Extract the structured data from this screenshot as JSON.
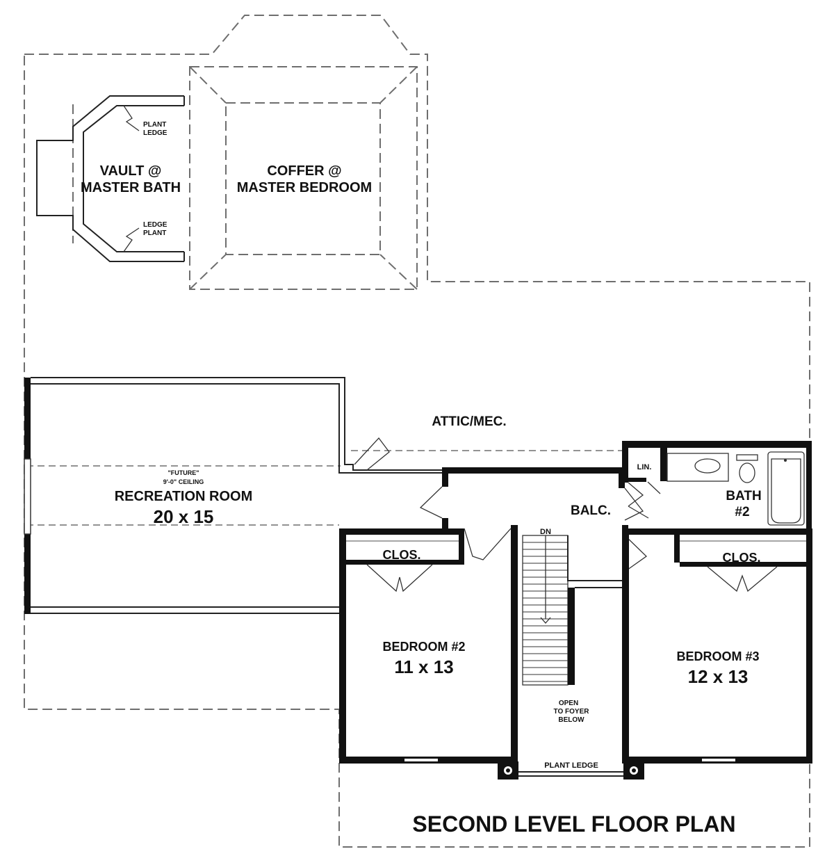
{
  "title": "SECOND LEVEL FLOOR PLAN",
  "rooms": {
    "vault": {
      "line1": "VAULT @",
      "line2": "MASTER BATH"
    },
    "coffer": {
      "line1": "COFFER @",
      "line2": "MASTER BEDROOM"
    },
    "plant_ledge_top": {
      "line1": "PLANT",
      "line2": "LEDGE"
    },
    "plant_ledge_bottom": {
      "line1": "LEDGE",
      "line2": "PLANT"
    },
    "attic": "ATTIC/MEC.",
    "recreation": {
      "note1": "\"FUTURE\"",
      "note2": "9'-0\" CEILING",
      "name": "RECREATION ROOM",
      "size": "20 x 15"
    },
    "balcony": "BALC.",
    "linen": "LIN.",
    "bath2": {
      "line1": "BATH",
      "line2": "#2"
    },
    "stair_dn": "DN",
    "closet_left": "CLOS.",
    "closet_right": "CLOS.",
    "bedroom2": {
      "name": "BEDROOM #2",
      "size": "11 x 13"
    },
    "bedroom3": {
      "name": "BEDROOM #3",
      "size": "12 x 13"
    },
    "open_to_foyer": {
      "line1": "OPEN",
      "line2": "TO FOYER",
      "line3": "BELOW"
    },
    "plant_ledge_front": "PLANT LEDGE"
  }
}
